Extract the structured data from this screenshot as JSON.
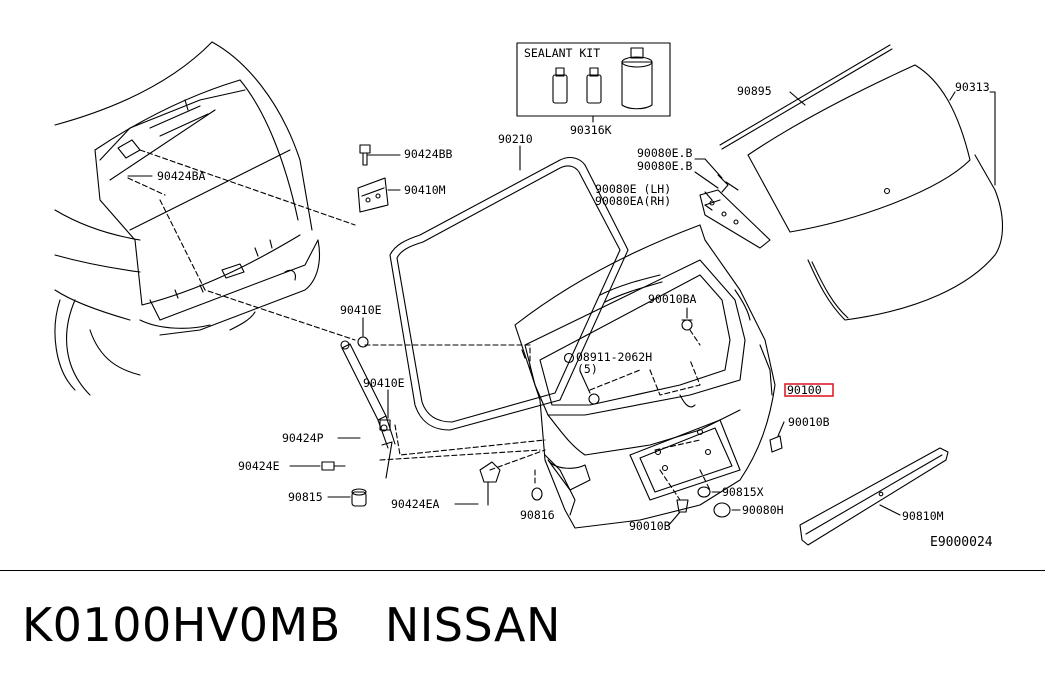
{
  "colors": {
    "line": "#000000",
    "highlight": "#e0202a",
    "background": "#ffffff"
  },
  "sealant_kit": {
    "title": "SEALANT KIT",
    "part_no": "90316K"
  },
  "labels": {
    "p90424BB": "90424BB",
    "p90410M": "90410M",
    "p90424BA": "90424BA",
    "p90410E_top": "90410E",
    "p90410E_bottom": "90410E",
    "p90424P": "90424P",
    "p90424E": "90424E",
    "p90815": "90815",
    "p90424EA": "90424EA",
    "p90816": "90816",
    "p90210": "90210",
    "p90080EB_1": "90080E.B",
    "p90080EB_2": "90080E.B",
    "p90080E_LH": "90080E (LH)",
    "p90080EA_RH": "90080EA(RH)",
    "p90010BA": "90010BA",
    "p08911": "08911-2062H",
    "p08911_qty": "(5)",
    "p90100": "90100",
    "p90010B_right": "90010B",
    "p90815X": "90815X",
    "p90080H": "90080H",
    "p90010B_bottom": "90010B",
    "p90810M": "90810M",
    "p90895": "90895",
    "p90313": "90313",
    "diagram_code": "E9000024"
  },
  "footer": {
    "part_number": "K0100HV0MB",
    "brand": "NISSAN"
  }
}
